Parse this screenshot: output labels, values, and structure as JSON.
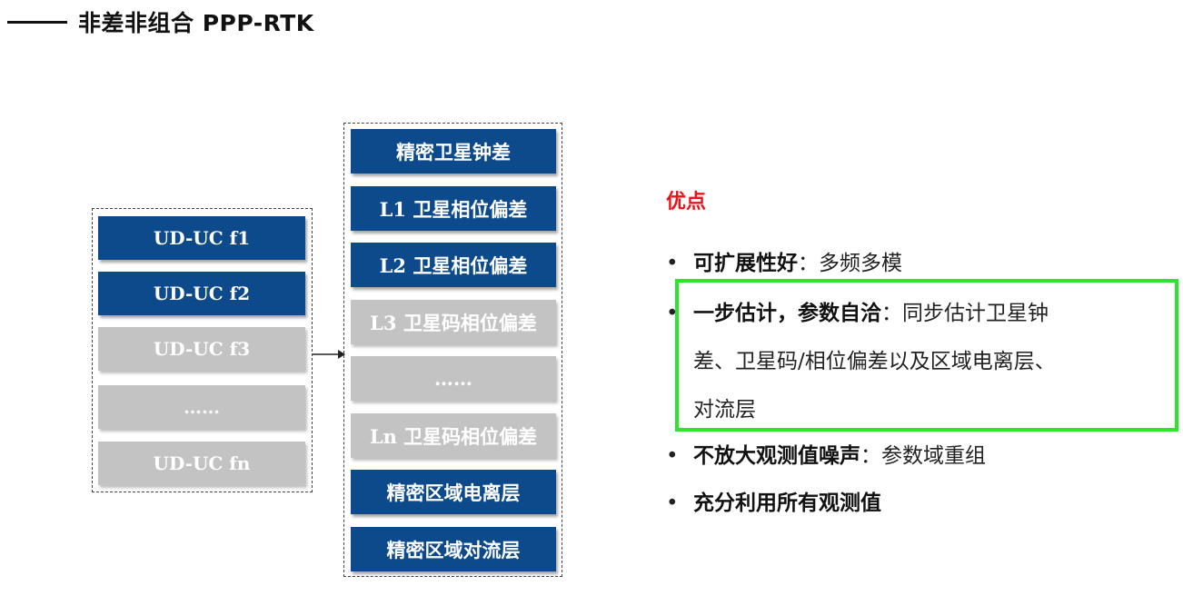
{
  "title": "非差非组合 PPP-RTK",
  "left_group": {
    "items": [
      {
        "label": "UD-UC f1",
        "style": "blue"
      },
      {
        "label": "UD-UC f2",
        "style": "blue"
      },
      {
        "label": "UD-UC f3",
        "style": "gray"
      },
      {
        "label": "……",
        "style": "gray"
      },
      {
        "label": "UD-UC fn",
        "style": "gray"
      }
    ]
  },
  "right_group": {
    "items": [
      {
        "label": "精密卫星钟差",
        "style": "blue"
      },
      {
        "label": "L1 卫星相位偏差",
        "style": "blue"
      },
      {
        "label": "L2 卫星相位偏差",
        "style": "blue"
      },
      {
        "label": "L3 卫星码相位偏差",
        "style": "gray"
      },
      {
        "label": "……",
        "style": "gray"
      },
      {
        "label": "Ln 卫星码相位偏差",
        "style": "gray"
      },
      {
        "label": "精密区域电离层",
        "style": "blue"
      },
      {
        "label": "精密区域对流层",
        "style": "blue"
      }
    ]
  },
  "advantages": {
    "heading": "优点",
    "bullet_symbol": "•",
    "items": [
      {
        "bold": "可扩展性好",
        "sep": "：",
        "text": "多频多模"
      },
      {
        "bold": "一步估计，参数自洽",
        "sep": "：",
        "text_lines": [
          "同步估计卫星钟",
          "差、卫星码/相位偏差以及区域电离层、",
          "对流层"
        ]
      },
      {
        "bold": "不放大观测值噪声",
        "sep": "：",
        "text": "参数域重组"
      },
      {
        "bold": "充分利用所有观测值",
        "sep": "",
        "text": ""
      }
    ]
  },
  "colors": {
    "blue_box": "#0d4a8b",
    "gray_box": "#c3c3c3",
    "heading_red": "#e8141a",
    "highlight_green": "#2ee52e"
  }
}
